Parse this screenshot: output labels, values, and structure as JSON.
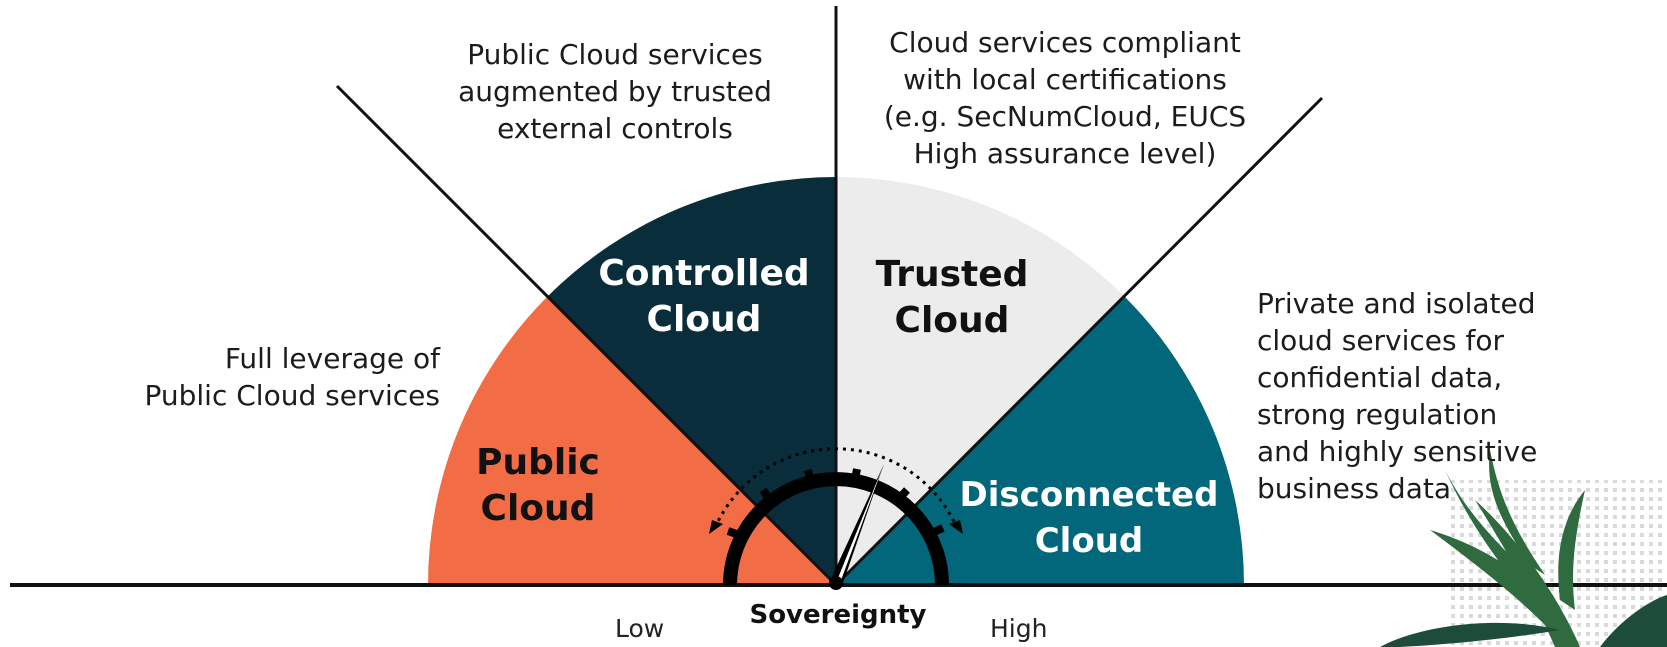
{
  "colors": {
    "public": "#f26c45",
    "controlled": "#0a2d3b",
    "trusted": "#ececec",
    "disconnected": "#02677a",
    "lines": "#111111",
    "plant": "#2f6b3f"
  },
  "segments": [
    {
      "id": "public",
      "label_lines": [
        "Public",
        "Cloud"
      ],
      "text_color": "#111111"
    },
    {
      "id": "controlled",
      "label_lines": [
        "Controlled",
        "Cloud"
      ],
      "text_color": "#ffffff"
    },
    {
      "id": "trusted",
      "label_lines": [
        "Trusted",
        "Cloud"
      ],
      "text_color": "#111111"
    },
    {
      "id": "disconnected",
      "label_lines": [
        "Disconnected",
        "Cloud"
      ],
      "text_color": "#ffffff"
    }
  ],
  "descriptions": {
    "public": [
      "Full leverage of",
      "Public Cloud services"
    ],
    "controlled": [
      "Public Cloud services",
      "augmented by trusted",
      "external controls"
    ],
    "trusted": [
      "Cloud services compliant",
      "with local certifications",
      "(e.g. SecNumCloud, EUCS",
      "High assurance level)"
    ],
    "disconnected": [
      "Private and isolated",
      "cloud services for",
      "confidential data,",
      "strong regulation",
      "and highly sensitive",
      "business data"
    ]
  },
  "scale": {
    "title": "Sovereignty",
    "low": "Low",
    "high": "High"
  },
  "icons": {
    "gauge": "gauge-icon",
    "decoration": "palm-leaf-icon"
  }
}
